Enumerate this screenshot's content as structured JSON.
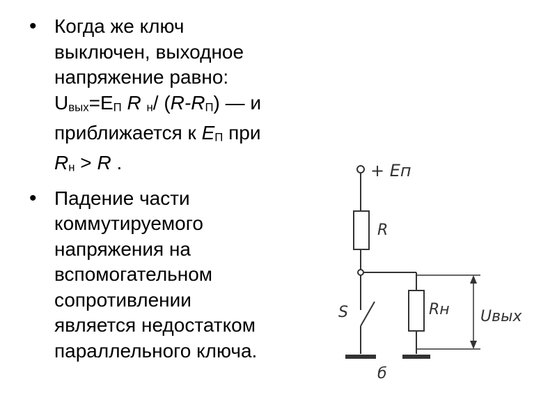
{
  "bullets": [
    {
      "lines": [
        "Когда же ключ",
        "выключен, выходное",
        "напряжение равно:"
      ],
      "formula": {
        "u": "U",
        "u_sub": "вых",
        "eq": "=E",
        "e_sub": "П",
        "r1": "R",
        "r1_sub": "н",
        "slash": "/ (",
        "r2": "R-R",
        "r2_sub": "П",
        "close": ") — и"
      },
      "line5": {
        "pre": "приближается к ",
        "e": "E",
        "e_sub": "П",
        "post": " при"
      },
      "line6": {
        "r": "R",
        "r_sub": "н",
        "mid": " > ",
        "r2": "R",
        "end": " ."
      }
    },
    {
      "lines": [
        "Падение части",
        "коммутируемого",
        "напряжения на",
        "вспомогательном",
        "сопротивлении",
        "является недостатком",
        "параллельного ключа."
      ]
    }
  ],
  "circuit": {
    "supply_label": "+ Eп",
    "r_label": "R",
    "rn_label": "Rн",
    "switch_label": "S",
    "uout_label": "Uвых",
    "ground_label": "б"
  }
}
